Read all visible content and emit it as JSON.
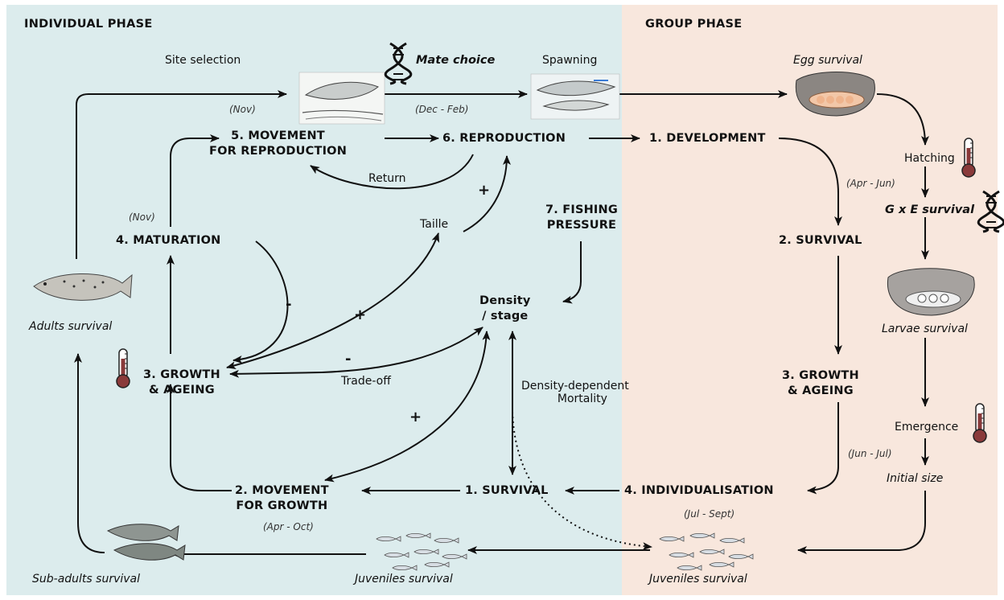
{
  "phases": {
    "individual": "INDIVIDUAL PHASE",
    "group": "GROUP PHASE"
  },
  "individual_steps": {
    "movement_reproduction": [
      "5. MOVEMENT",
      "FOR REPRODUCTION"
    ],
    "reproduction": "6. REPRODUCTION",
    "maturation": "4. MATURATION",
    "fishing": [
      "7. FISHING",
      "PRESSURE"
    ],
    "density": [
      "Density",
      "/ stage"
    ],
    "growth_ageing": [
      "3. GROWTH",
      "& AGEING"
    ],
    "movement_growth": [
      "2. MOVEMENT",
      "FOR GROWTH"
    ],
    "survival": "1. SURVIVAL"
  },
  "group_steps": {
    "development": "1. DEVELOPMENT",
    "survival": "2. SURVIVAL",
    "growth_ageing": [
      "3. GROWTH",
      "& AGEING"
    ],
    "individualisation": "4. INDIVIDUALISATION"
  },
  "labels": {
    "site_selection": "Site selection",
    "mate_choice": "Mate choice",
    "spawning": "Spawning",
    "egg_survival": "Egg survival",
    "hatching": "Hatching",
    "gxe_survival": "G x E survival",
    "larvae_survival": "Larvae survival",
    "emergence": "Emergence",
    "initial_size": "Initial size",
    "juveniles_survival_right": "Juveniles survival",
    "juveniles_survival_left": "Juveniles survival",
    "sub_adults_survival": "Sub-adults survival",
    "adults_survival": "Adults survival",
    "return": "Return",
    "taille": "Taille",
    "trade_off": "Trade-off",
    "density_dependent": [
      "Density-dependent",
      "Mortality"
    ]
  },
  "periods": {
    "nov_top": "(Nov)",
    "dec_feb": "(Dec - Feb)",
    "nov_mat": "(Nov)",
    "apr_jun": "(Apr - Jun)",
    "jun_jul": "(Jun - Jul)",
    "jul_sept": "(Jul - Sept)",
    "apr_oct": "(Apr - Oct)"
  },
  "signs": {
    "taille": "+",
    "maturation": "-",
    "growth_taille": "+",
    "growth_density": "-",
    "survival_density": "+"
  },
  "icons": [
    "dna-icon",
    "thermometer-icon",
    "fish-icon"
  ],
  "colors": {
    "individual_bg": "#dceced",
    "group_bg": "#f8e7dd",
    "arrow": "#111111",
    "thermo": "#8a3a3a"
  }
}
